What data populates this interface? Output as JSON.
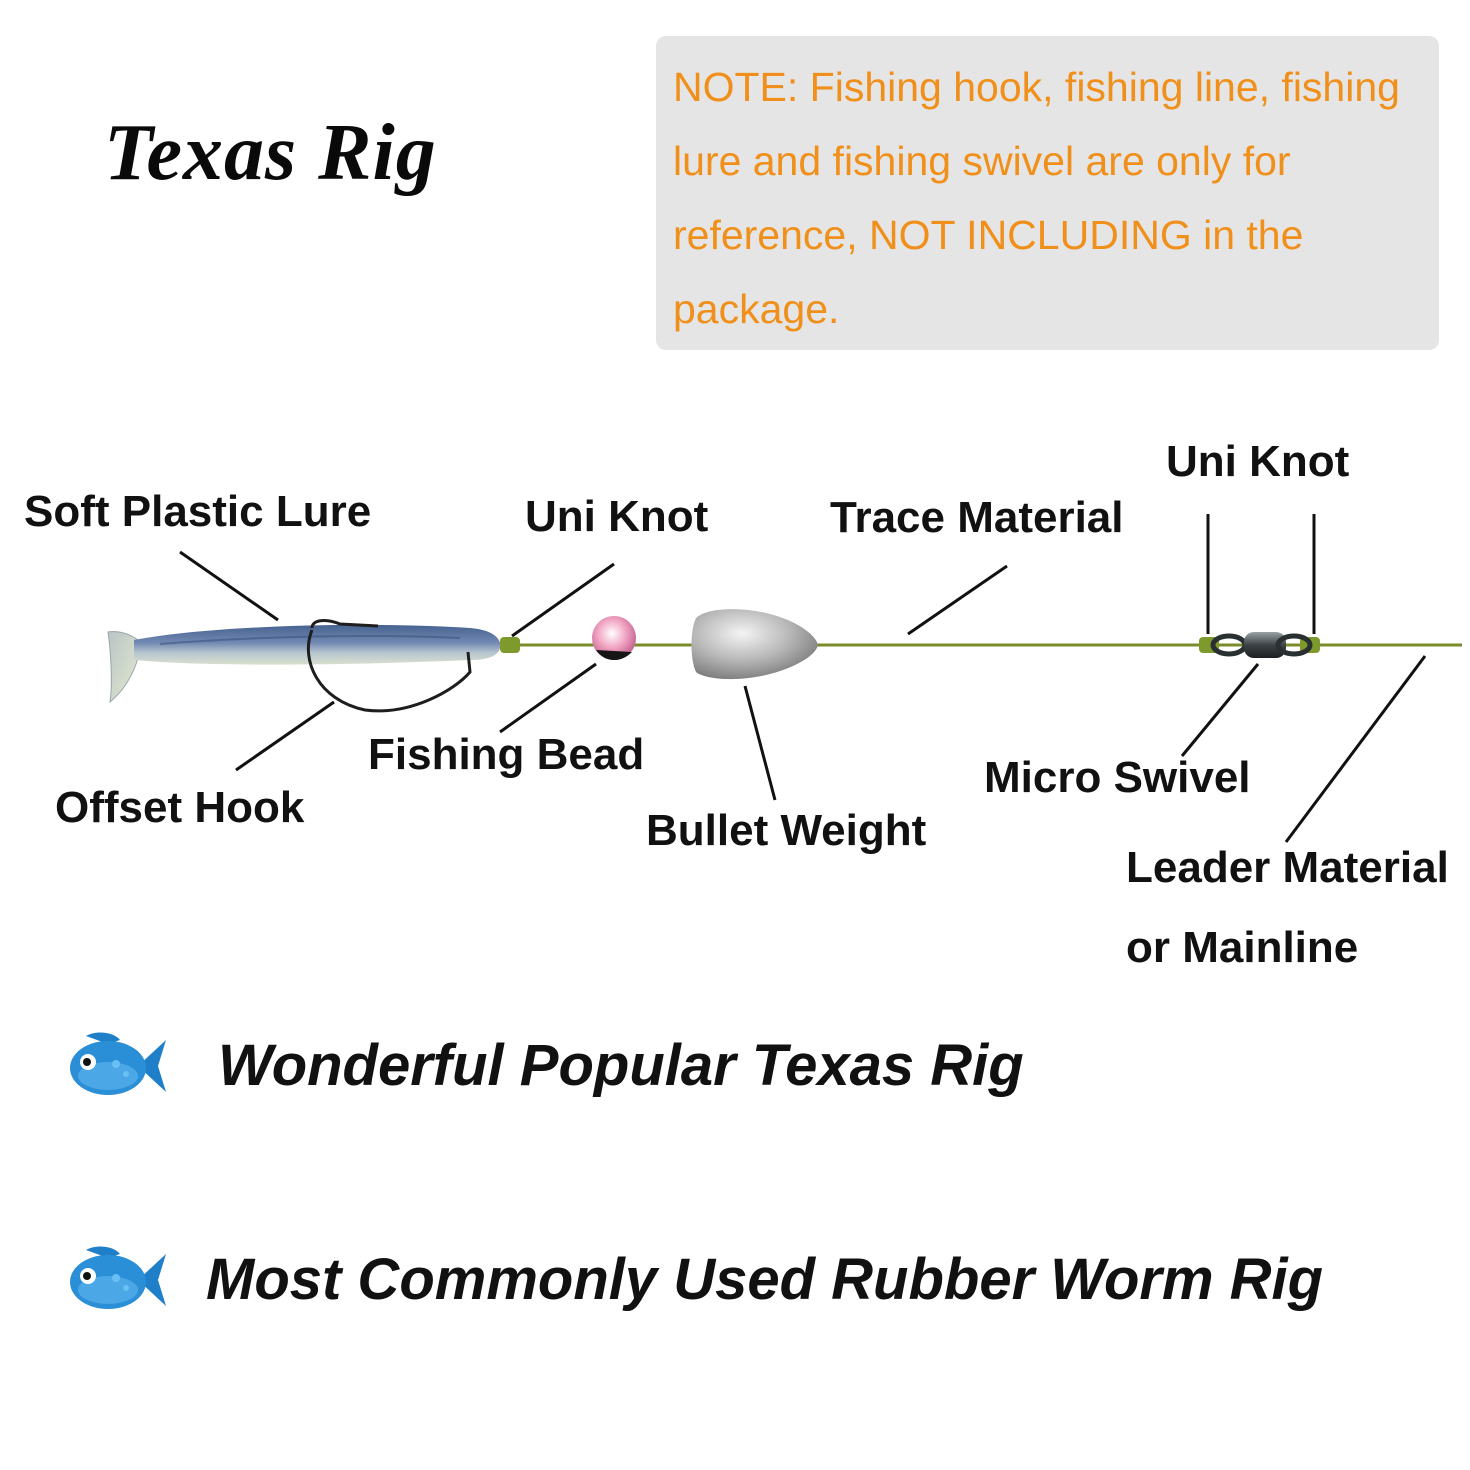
{
  "title": "Texas Rig",
  "note": "NOTE: Fishing hook, fishing line, fishing lure and fishing swivel are only for reference, NOT INCLUDING in the package.",
  "labels": {
    "soft_plastic_lure": "Soft Plastic Lure",
    "uni_knot_left": "Uni Knot",
    "trace_material": "Trace Material",
    "uni_knot_right": "Uni Knot",
    "offset_hook": "Offset Hook",
    "fishing_bead": "Fishing Bead",
    "bullet_weight": "Bullet Weight",
    "micro_swivel": "Micro Swivel",
    "leader_material_line1": "Leader Material",
    "leader_material_line2": "or Mainline"
  },
  "features": [
    {
      "text": "Wonderful Popular Texas Rig",
      "icon": "fish-icon"
    },
    {
      "text": "Most Commonly Used Rubber Worm Rig",
      "icon": "fish-icon"
    }
  ],
  "colors": {
    "note_text": "#f0901a",
    "note_bg": "#e5e5e5",
    "line": "#7a8c2a",
    "lure_body": "#5e7aa6",
    "lure_tail": "#c9d3b9",
    "fish": "#2a8fd6"
  }
}
